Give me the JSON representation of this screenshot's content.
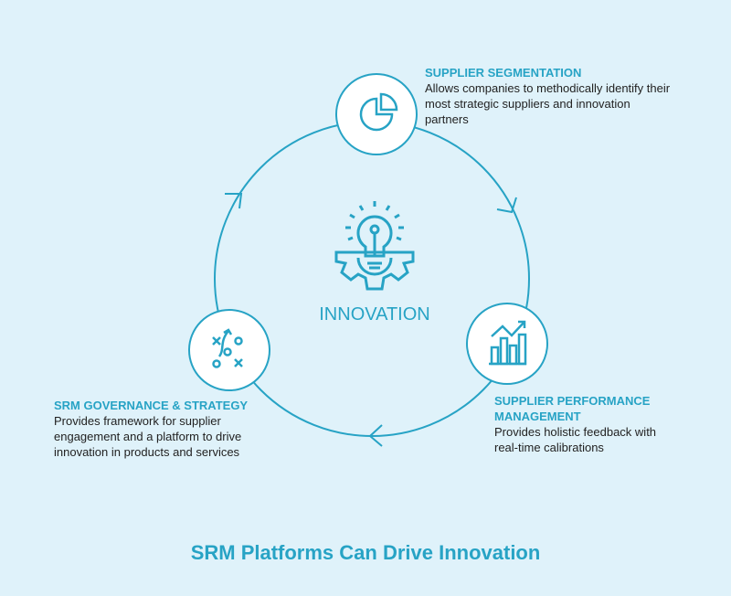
{
  "center_label": "INNOVATION",
  "title": "SRM Platforms Can Drive Innovation",
  "nodes": [
    {
      "heading": "SUPPLIER SEGMENTATION",
      "desc": "Allows companies to methodically identify their most strategic suppliers and innovation partners",
      "icon": "pie-chart-icon"
    },
    {
      "heading": "SUPPLIER PERFORMANCE MANAGEMENT",
      "desc": "Provides holistic feedback with real-time calibrations",
      "icon": "bar-chart-trend-icon"
    },
    {
      "heading": "SRM GOVERNANCE & STRATEGY",
      "desc": "Provides framework for supplier engagement and a platform to drive innovation in products and services",
      "icon": "strategy-play-icon"
    }
  ],
  "colors": {
    "accent": "#27a3c5",
    "background": "#dff2fa"
  }
}
